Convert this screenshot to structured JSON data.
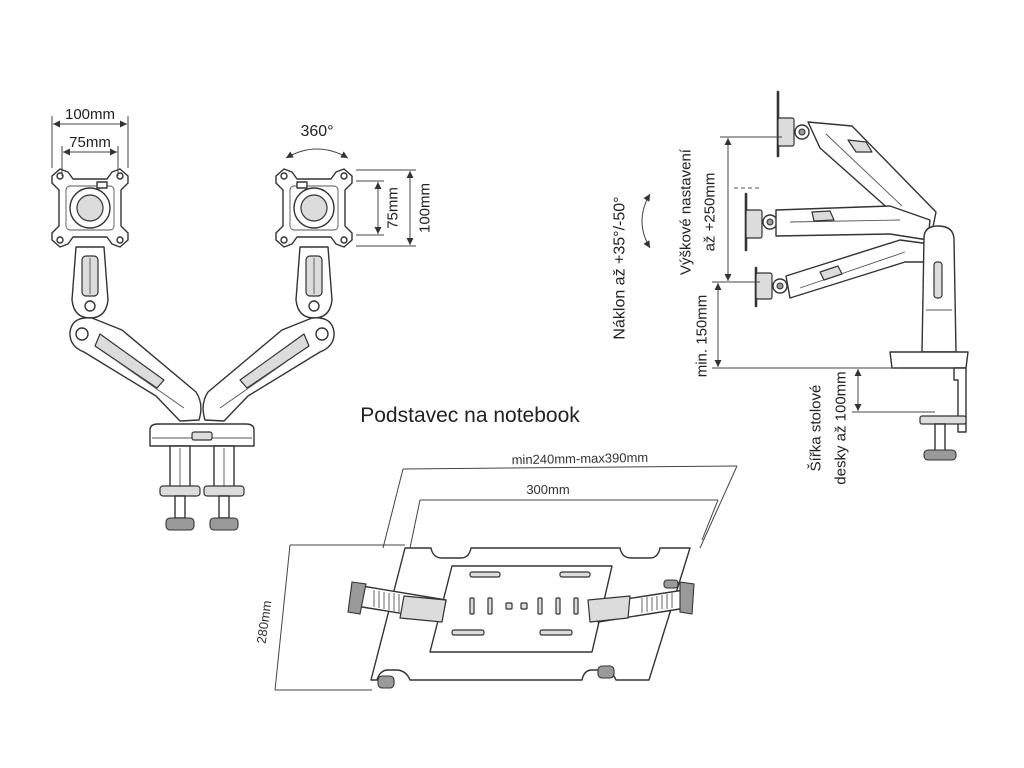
{
  "colors": {
    "line": "#333333",
    "background": "#ffffff"
  },
  "dual_arm_front_view": {
    "vesa_outer_width_label": "100mm",
    "vesa_inner_width_label": "75mm",
    "rotation_label": "360°",
    "vesa_inner_height_label": "75mm",
    "vesa_outer_height_label": "100mm"
  },
  "side_view": {
    "tilt_label": "Náklon až +35°/-50°",
    "height_adjust_line1": "Výškové nastavení",
    "height_adjust_line2": "až +250mm",
    "min_height_label": "min. 150mm",
    "desk_thickness_line1": "Šířka stolové",
    "desk_thickness_line2": "desky až 100mm"
  },
  "notebook_stand": {
    "title": "Podstavec na notebook",
    "width_range_label": "min240mm-max390mm",
    "width_label": "300mm",
    "depth_label": "280mm"
  }
}
